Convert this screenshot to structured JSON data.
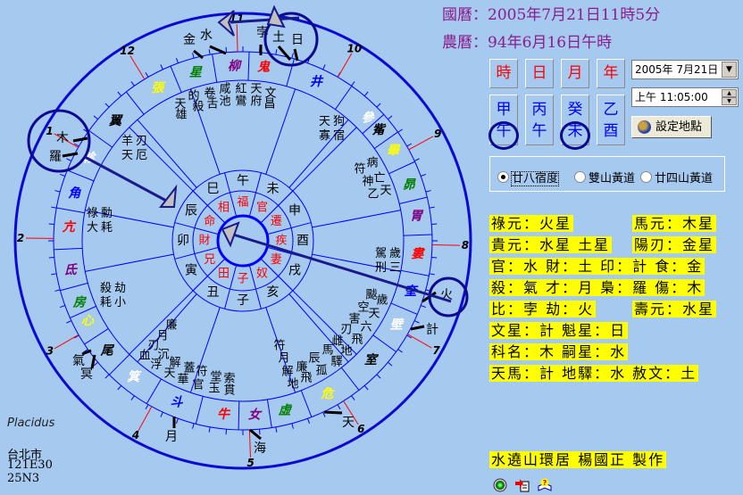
{
  "header": {
    "gregorian": "國曆：2005年7月21日11時5分",
    "lunar": "農曆：94年6月16日午時"
  },
  "pillars": {
    "headers": [
      "時",
      "日",
      "月",
      "年"
    ],
    "columns": [
      {
        "stem": "甲",
        "branch": "午",
        "circled": true
      },
      {
        "stem": "丙",
        "branch": "午",
        "circled": false
      },
      {
        "stem": "癸",
        "branch": "未",
        "circled": true
      },
      {
        "stem": "乙",
        "branch": "酉",
        "circled": false
      }
    ]
  },
  "controls": {
    "date_value": "2005年  7月21日",
    "time_value": "上午 11:05:00",
    "location_button": "設定地點",
    "radio_options": [
      {
        "label": "廿八宿度",
        "checked": true
      },
      {
        "label": "雙山黃道",
        "checked": false
      },
      {
        "label": "廿四山黃道",
        "checked": false
      }
    ]
  },
  "info_labels": {
    "lu_yuan": "祿元：火星",
    "ma_yuan": "馬元：木星",
    "gui_yuan": "貴元：水星 土星",
    "yang_ren": "陽刃：金星",
    "row_guan": "官：水 財：土 印：計 食：金",
    "row_sha": "殺：氣 才：月 梟：羅 傷：木",
    "row_bi": "比：孛 劫：火",
    "shou_yuan": "壽元：水星",
    "row_wen": "文星：計 魁星：日",
    "row_ke": "科名：木 嗣星：水",
    "row_tianma": "天馬：計 地驛：水 赦文：土"
  },
  "credit": "水遶山環居 楊國正 製作",
  "footer": {
    "house_system": "Placidus",
    "city": "台北市",
    "longitude": "121E30",
    "latitude": "25N3"
  },
  "bottom_icons": [
    "target-icon",
    "export-document-icon",
    "help-book-icon"
  ],
  "chart": {
    "branches": [
      "午",
      "未",
      "申",
      "酉",
      "戌",
      "亥",
      "子",
      "丑",
      "寅",
      "卯",
      "辰",
      "巳"
    ],
    "palaces": [
      "福",
      "官",
      "遷",
      "疾",
      "妻",
      "奴",
      "子",
      "田",
      "兄",
      "財",
      "命",
      "相"
    ],
    "mansions": [
      "柳",
      "鬼",
      "井",
      "參",
      "觜",
      "畢",
      "昴",
      "胃",
      "婁",
      "奎",
      "壁",
      "室",
      "危",
      "虛",
      "女",
      "牛",
      "斗",
      "箕",
      "尾",
      "心",
      "房",
      "氐",
      "亢",
      "角",
      "軫",
      "翼",
      "張",
      "星"
    ],
    "mansion_colors": [
      "#800080",
      "#ff0000",
      "#0000ff",
      "#ffffff",
      "#000000",
      "#ffff00",
      "#008000"
    ],
    "cusps": [
      "1",
      "2",
      "3",
      "4",
      "5",
      "6",
      "7",
      "8",
      "9",
      "10",
      "11",
      "12"
    ],
    "planets": [
      "金",
      "水",
      "孛",
      "土",
      "日",
      "木",
      "羅",
      "火",
      "計",
      "天",
      "海",
      "月",
      "氣",
      "冥"
    ],
    "stars": [
      "天雄",
      "的殺",
      "卷舌",
      "咸池",
      "紅鸞",
      "天府",
      "文昌",
      "天狗寡宿",
      "病符亡神天乙",
      "羊刃天厄",
      "祿勳大耗",
      "殺劫耗小",
      "廉月刃沉血浮解天蓋華符官堂玉索貫",
      "駕歲刑三",
      "颰歲空天害六刃飛雌地馬驛辰孤廉飛符月解地"
    ],
    "colors": {
      "background": "#a6c9ef",
      "lines": "#0000ff",
      "outer_ring": "#0a0ad0",
      "cusp_line": "#ff0000",
      "palace_text": "#ff0000",
      "highlight_circle": "#0a0a90"
    }
  }
}
